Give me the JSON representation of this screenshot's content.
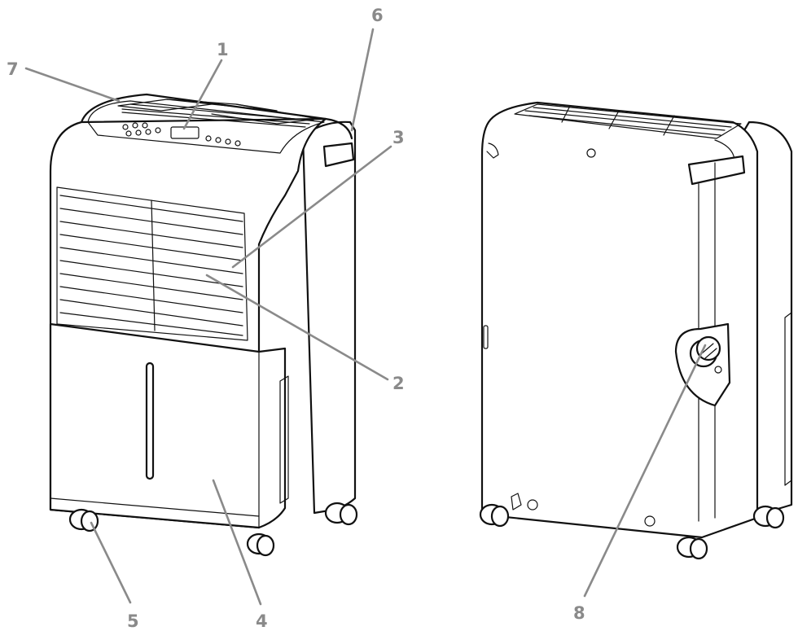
{
  "callouts": [
    {
      "label": "1"
    },
    {
      "label": "2"
    },
    {
      "label": "3"
    },
    {
      "label": "4"
    },
    {
      "label": "5"
    },
    {
      "label": "6"
    },
    {
      "label": "7"
    },
    {
      "label": "8"
    }
  ],
  "colors": {
    "line_art": "#111111",
    "callout": "#8a8a8a",
    "background": "#ffffff"
  }
}
